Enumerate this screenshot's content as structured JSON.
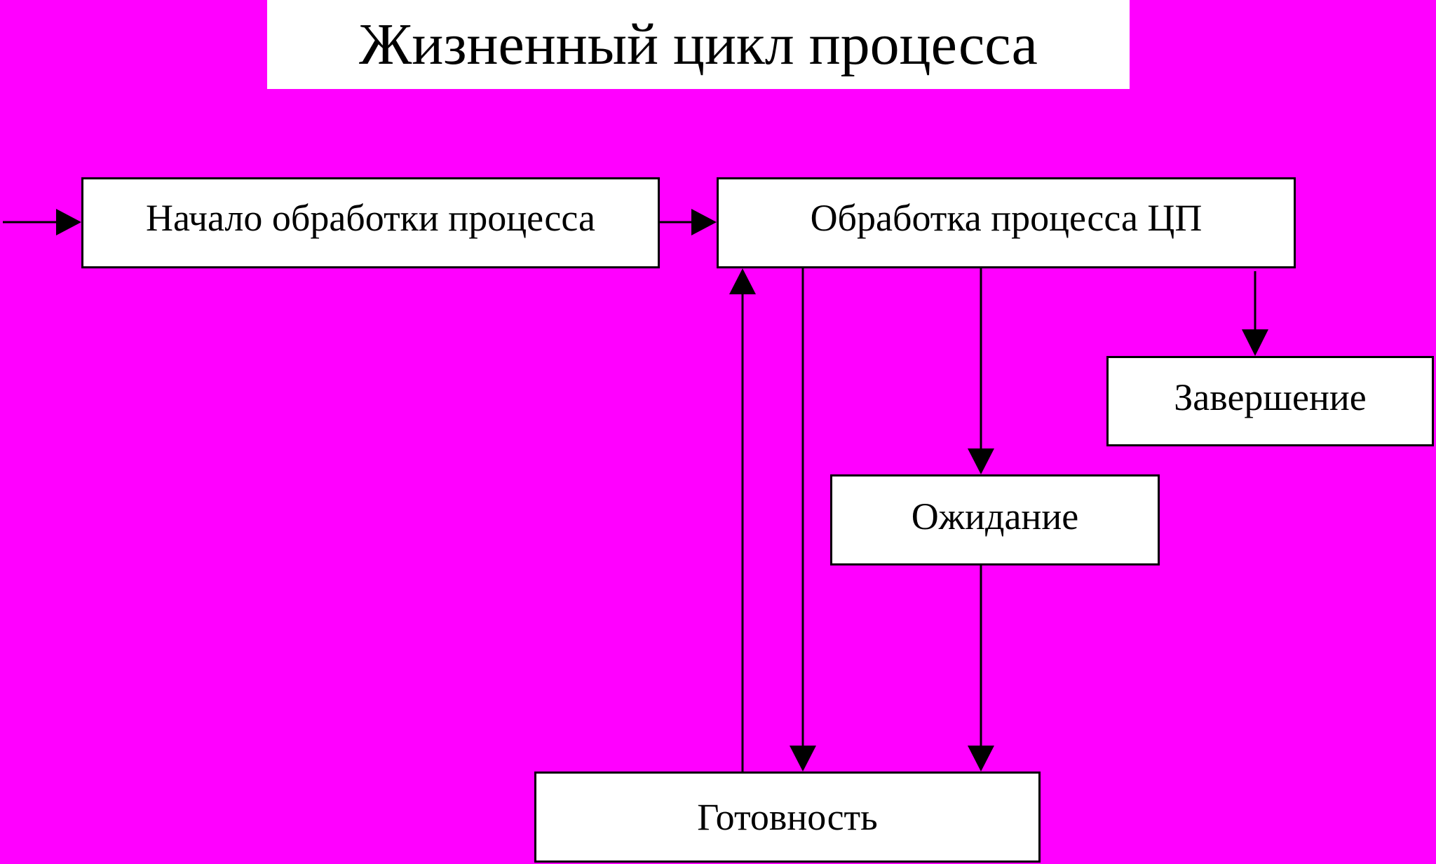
{
  "colors": {
    "background": "#ff00ff",
    "box_fill": "#ffffff",
    "stroke": "#000000"
  },
  "title": "Жизненный цикл процесса",
  "nodes": {
    "start": "Начало обработки процесса",
    "cpu": "Обработка процесса ЦП",
    "finish": "Завершение",
    "wait": "Ожидание",
    "ready": "Готовность"
  }
}
